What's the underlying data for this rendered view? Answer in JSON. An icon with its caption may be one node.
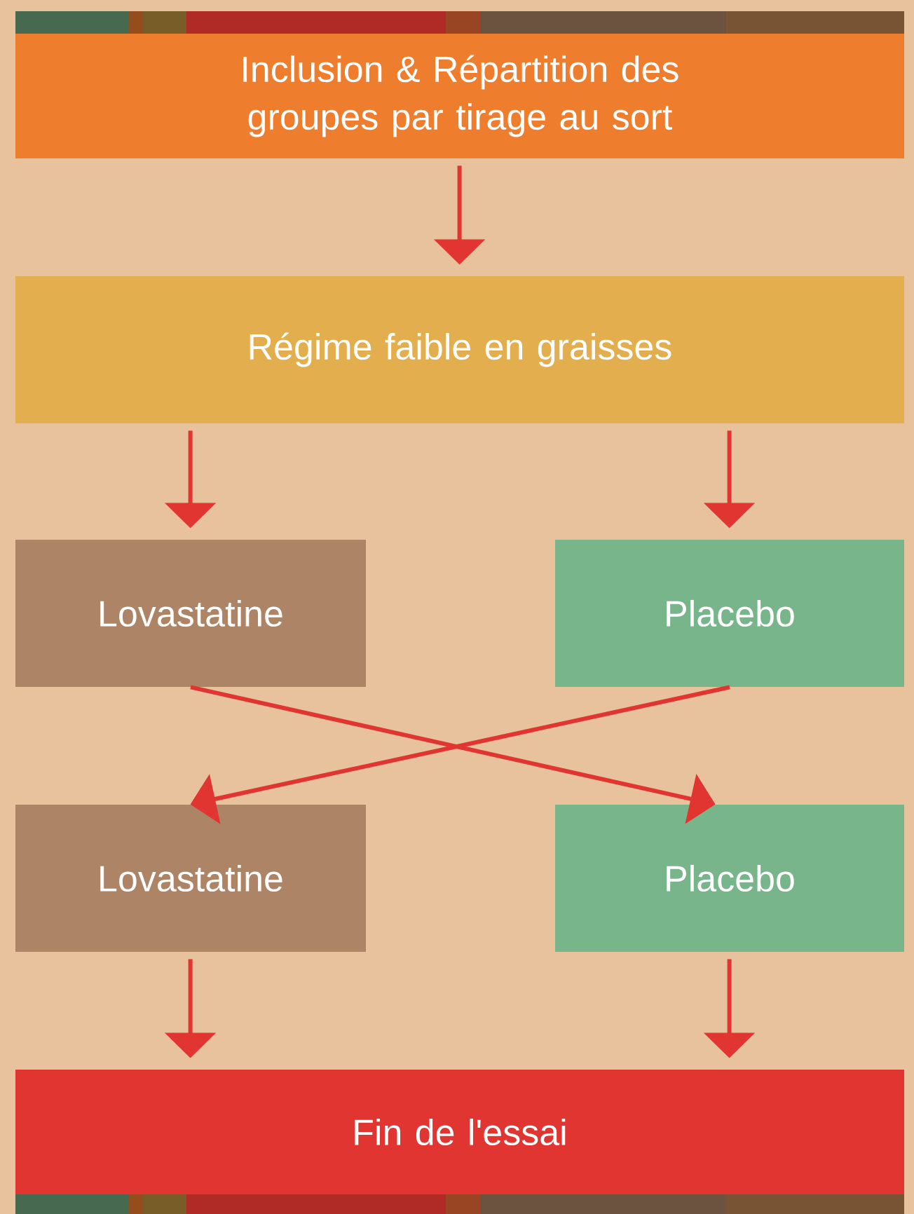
{
  "diagram": {
    "nodes": [
      {
        "text": [
          "Inclusion & Répartition des groupes par tirage au sort"
        ]
      },
      {
        "text": [
          "Régime faible en graisses"
        ]
      },
      {
        "text": [
          "Lovastatine"
        ]
      },
      {
        "text": [
          "Placebo"
        ]
      },
      {
        "text": [
          "Lovastatine"
        ]
      },
      {
        "text": [
          "Placebo"
        ]
      },
      {
        "text": [
          "Fin de l'essai"
        ]
      }
    ],
    "edges": [
      {
        "from": 0,
        "to": 1,
        "arrow": "to"
      },
      {
        "from": 1,
        "to": 2,
        "arrow": "to"
      },
      {
        "from": 1,
        "to": 3,
        "arrow": "to"
      },
      {
        "from": 2,
        "to": 5,
        "arrow": "to"
      },
      {
        "from": 3,
        "to": 4,
        "arrow": "to"
      },
      {
        "from": 4,
        "to": 6,
        "arrow": "to"
      },
      {
        "from": 5,
        "to": 6,
        "arrow": "to"
      }
    ]
  }
}
